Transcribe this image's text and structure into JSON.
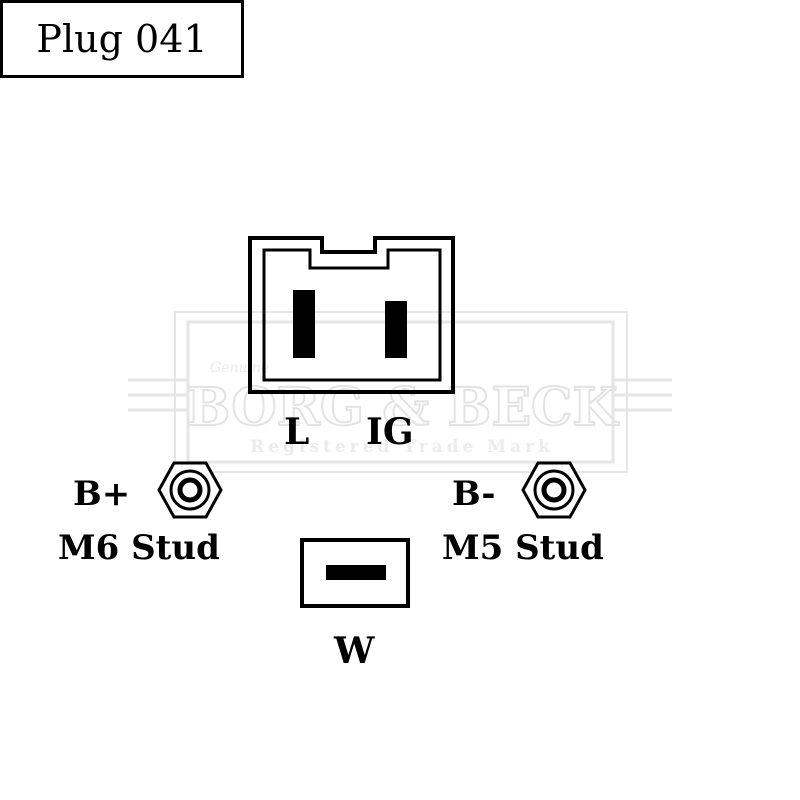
{
  "title": "Plug 041",
  "watermark": {
    "brand": "BORG & BECK",
    "tagline": "Registered Trade Mark",
    "genuine": "Genuine"
  },
  "terminals": {
    "plug_left": "L",
    "plug_right": "IG",
    "b_plus": "B+",
    "b_plus_stud": "M6 Stud",
    "b_minus": "B-",
    "b_minus_stud": "M5 Stud",
    "w": "W"
  },
  "colors": {
    "line": "#000000",
    "watermark": "#e9e9e9"
  },
  "icons": [
    "connector-housing-icon",
    "stud-terminal-icon",
    "w-terminal-icon"
  ]
}
